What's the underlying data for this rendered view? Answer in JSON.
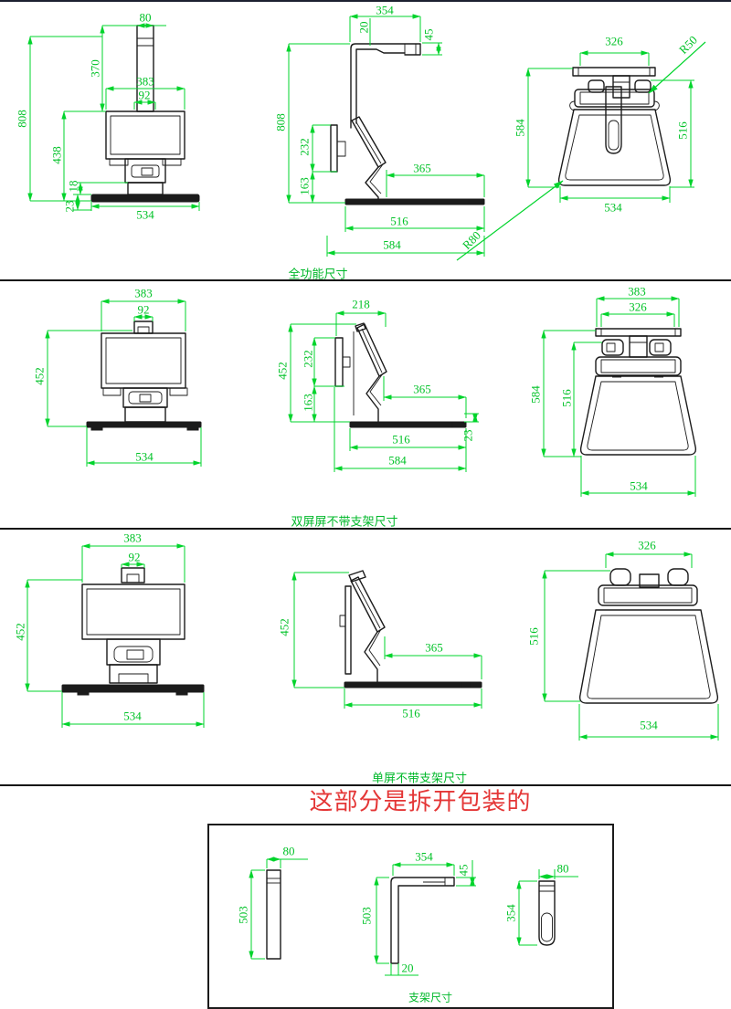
{
  "title": "POS terminal stand dimension drawing",
  "colors": {
    "dimension_green": "#00d42c",
    "outline_black": "#1b1b1b",
    "note_red": "#e43636",
    "background": "#ffffff"
  },
  "sections": [
    {
      "caption": "全功能尺寸",
      "front": {
        "d80": "80",
        "d370": "370",
        "d383": "383",
        "d92": "92",
        "d808": "808",
        "d438": "438",
        "d18": "18",
        "d23": "23",
        "d534": "534"
      },
      "side": {
        "d354": "354",
        "d20": "20",
        "d45": "45",
        "d808": "808",
        "d232": "232",
        "d163": "163",
        "d365": "365",
        "d516": "516",
        "d584": "584"
      },
      "bottom": {
        "d326": "326",
        "r50": "R50",
        "d584": "584",
        "d516": "516",
        "d534": "534",
        "r80": "R80"
      }
    },
    {
      "caption": "双屏屏不带支架尺寸",
      "front": {
        "d383": "383",
        "d92": "92",
        "d452": "452",
        "d534": "534"
      },
      "side": {
        "d218": "218",
        "d452": "452",
        "d232": "232",
        "d163": "163",
        "d365": "365",
        "d516": "516",
        "d23": "23",
        "d584": "584"
      },
      "bottom": {
        "d383": "383",
        "d326": "326",
        "d584": "584",
        "d516": "516",
        "d534": "534"
      }
    },
    {
      "caption": "单屏不带支架尺寸",
      "front": {
        "d383": "383",
        "d92": "92",
        "d452": "452",
        "d534": "534"
      },
      "side": {
        "d452": "452",
        "d365": "365",
        "d516": "516"
      },
      "bottom": {
        "d326": "326",
        "d516": "516",
        "d534": "534"
      }
    }
  ],
  "packaging": {
    "note": "这部分是拆开包装的",
    "caption": "支架尺寸",
    "bar": {
      "d80": "80",
      "d503": "503"
    },
    "bracket": {
      "d354": "354",
      "d45": "45",
      "d503": "503",
      "d20": "20"
    },
    "pole": {
      "d80": "80",
      "d354": "354"
    }
  }
}
